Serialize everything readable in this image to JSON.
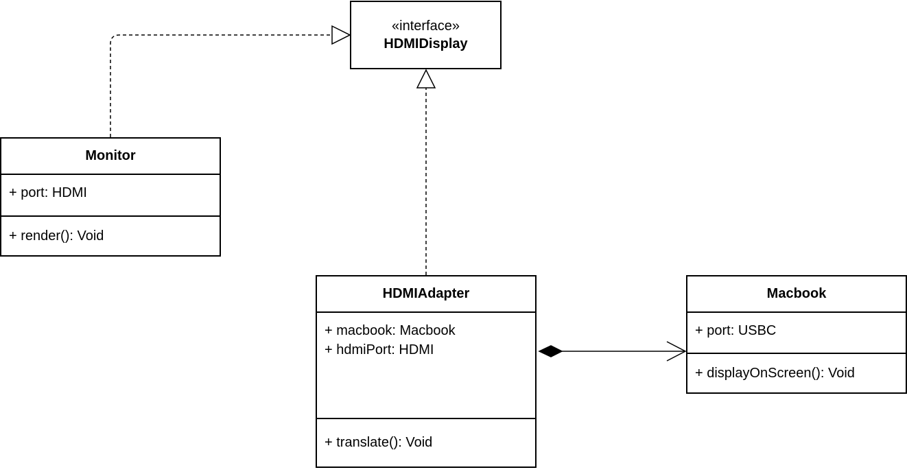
{
  "interface": {
    "stereotype": "«interface»",
    "name": "HDMIDisplay"
  },
  "monitor": {
    "name": "Monitor",
    "attributes": [
      "+ port: HDMI"
    ],
    "operations": [
      "+ render(): Void"
    ]
  },
  "adapter": {
    "name": "HDMIAdapter",
    "attributes": [
      "+ macbook: Macbook",
      "+ hdmiPort: HDMI"
    ],
    "operations": [
      "+ translate(): Void"
    ]
  },
  "macbook": {
    "name": "Macbook",
    "attributes": [
      "+ port: USBC"
    ],
    "operations": [
      "+ displayOnScreen(): Void"
    ]
  },
  "relations": [
    {
      "type": "realization",
      "from": "Monitor",
      "to": "HDMIDisplay"
    },
    {
      "type": "realization",
      "from": "HDMIAdapter",
      "to": "HDMIDisplay"
    },
    {
      "type": "composition",
      "from": "HDMIAdapter",
      "to": "Macbook"
    }
  ]
}
